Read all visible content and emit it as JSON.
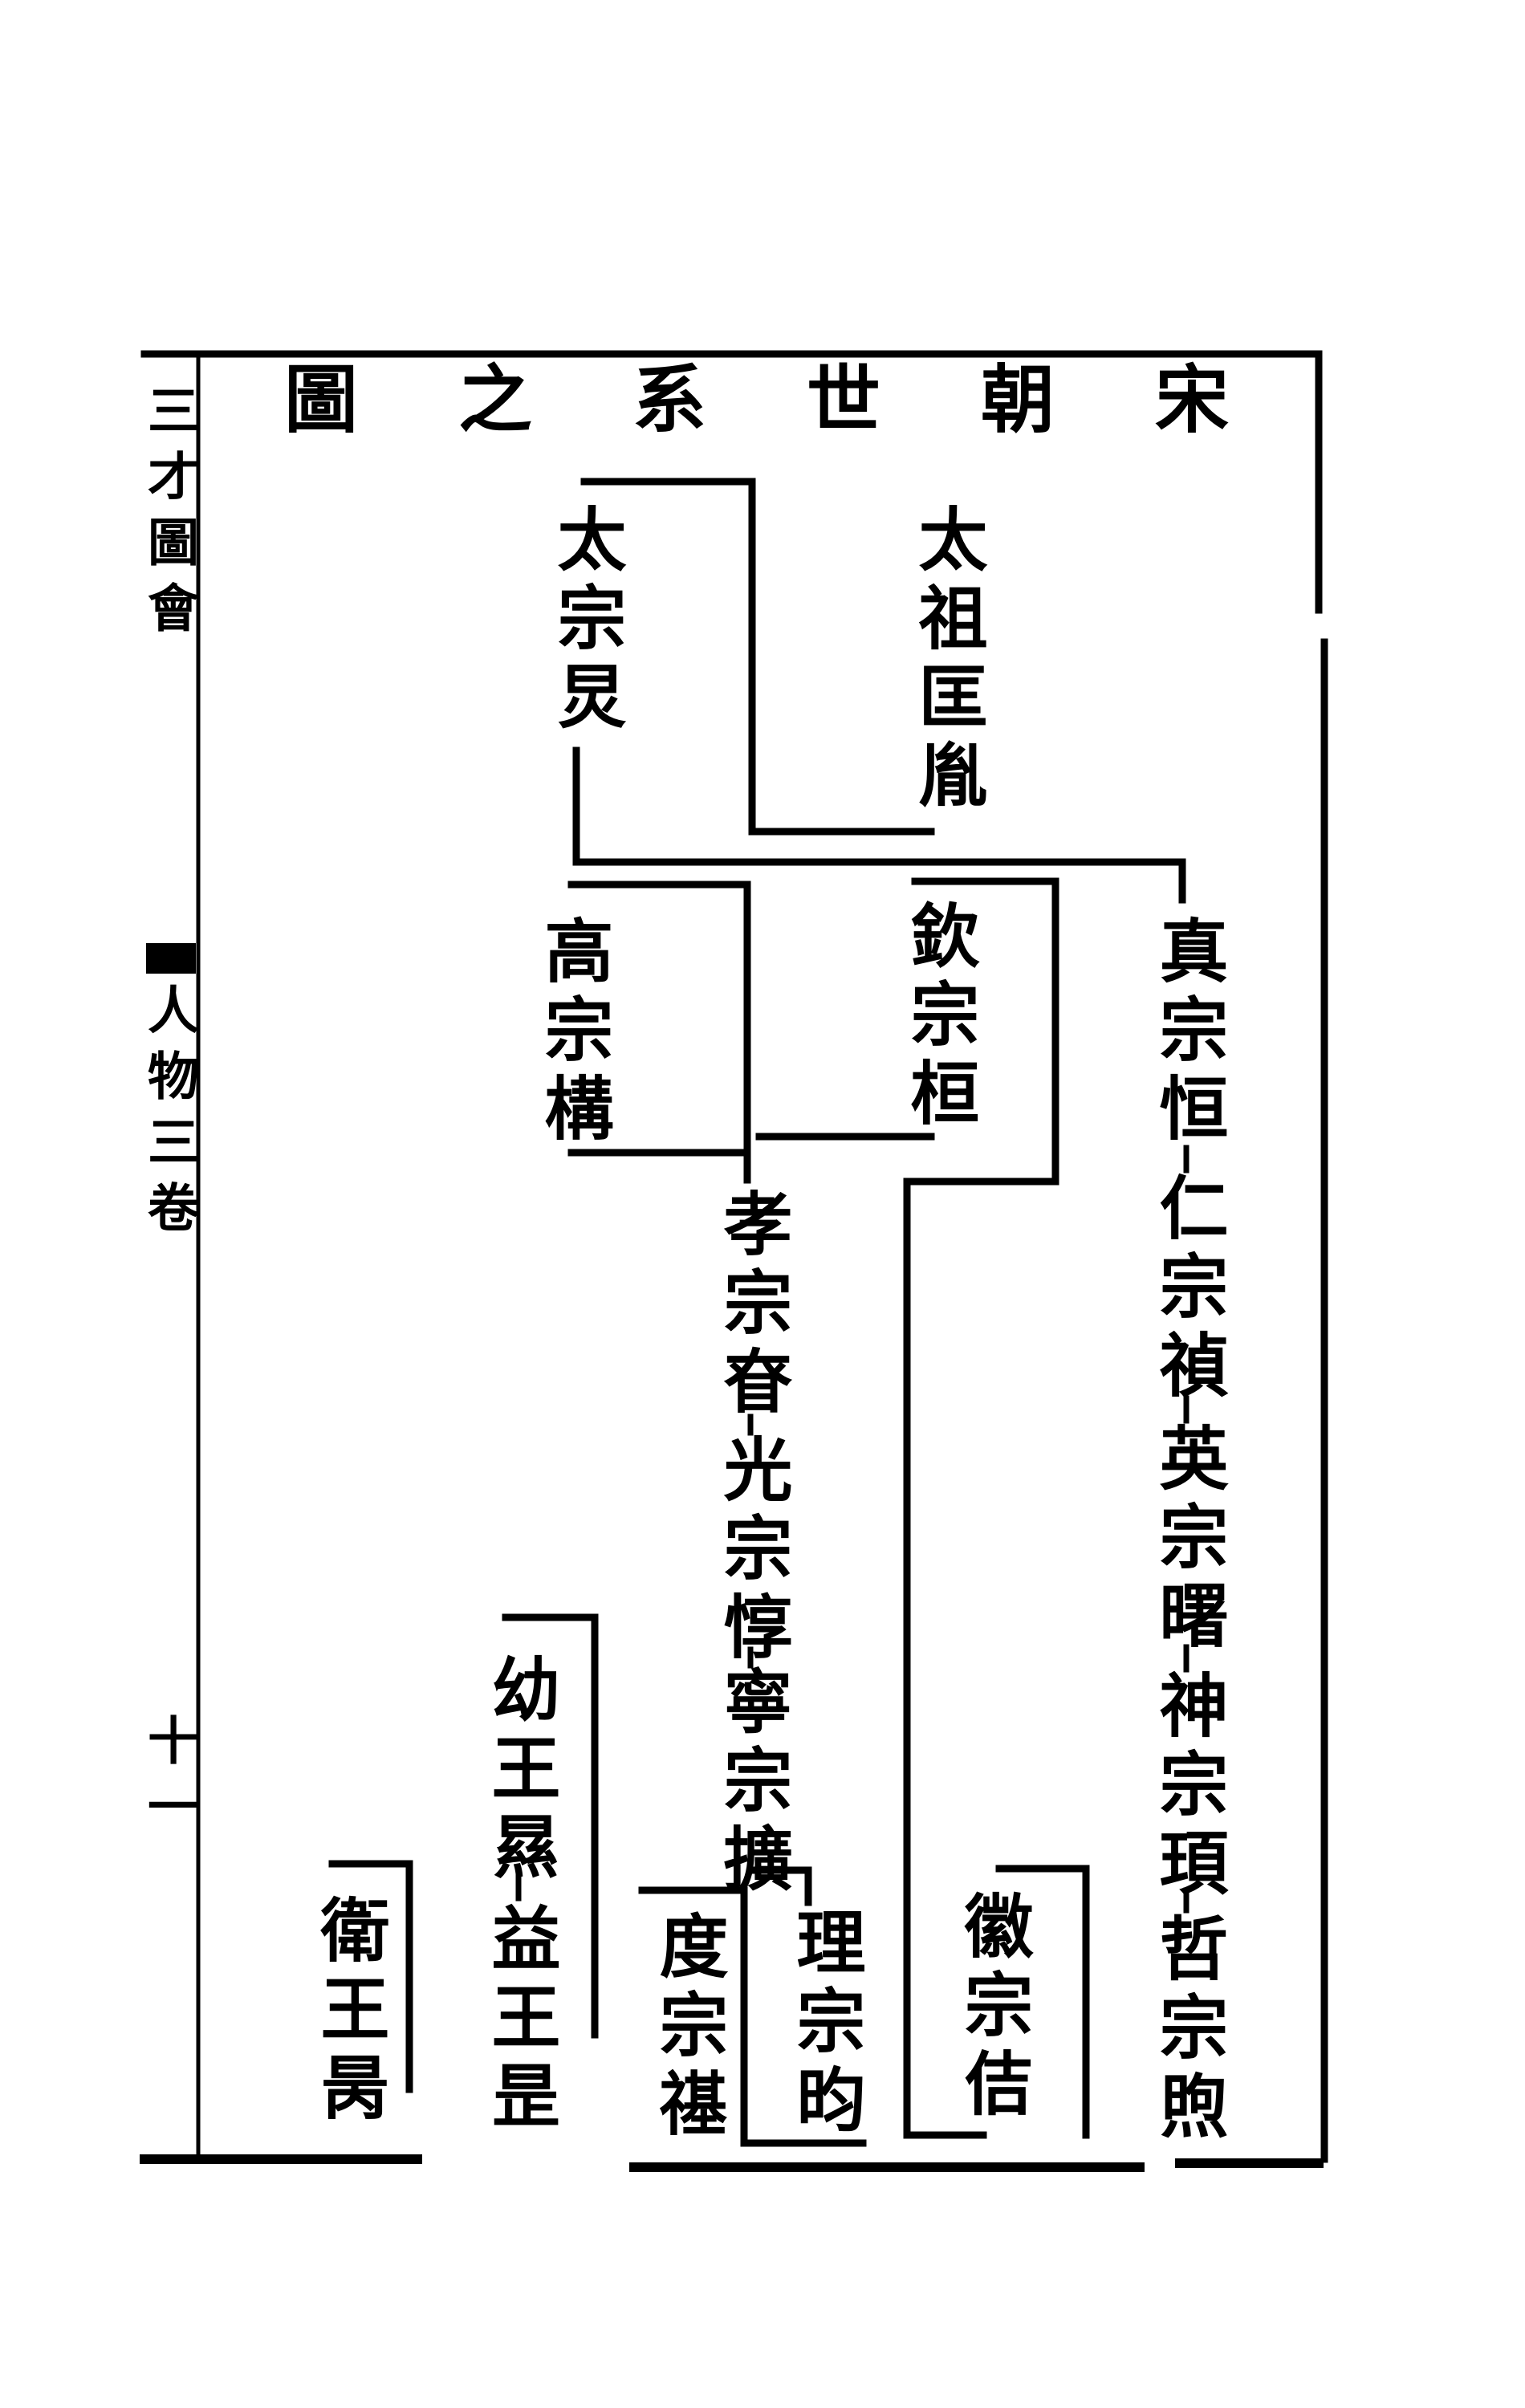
{
  "margin": {
    "book_title": "三才圖會",
    "section": "人物三卷",
    "page_number": "十一"
  },
  "title": "宋朝世系之圖",
  "people": {
    "taizu": "太祖匡胤",
    "taizong": "太宗炅",
    "zhenzong": "真宗恒",
    "renzong": "仁宗禎",
    "yingzong": "英宗曙",
    "shenzong": "神宗頊",
    "zhezong": "哲宗煦",
    "huizong": "徽宗佶",
    "qinzong": "欽宗桓",
    "gaozong": "高宗構",
    "xiaozong": "孝宗眘",
    "guangzong": "光宗惇",
    "ningzong": "寧宗擴",
    "lizong": "理宗昀",
    "duzong": "度宗禥",
    "youwang": "幼王㬎",
    "yiwang": "益王昰",
    "weiwang": "衛王昺"
  }
}
